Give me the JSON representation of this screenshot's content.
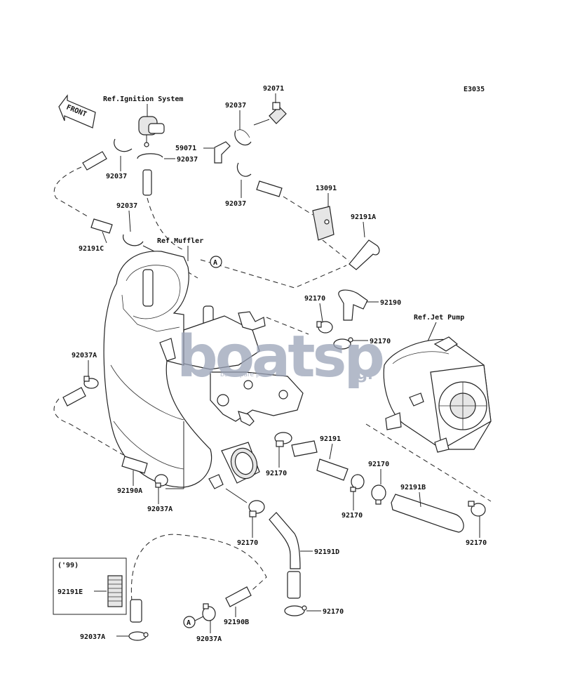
{
  "diagram": {
    "code": "E3035",
    "front_label": "FRONT",
    "year_note": "('99)",
    "callout_letter": "A"
  },
  "references": {
    "ignition": "Ref.Ignition System",
    "muffler": "Ref.Muffler",
    "jet_pump": "Ref.Jet Pump"
  },
  "part_labels": {
    "p92071": "92071",
    "p92037_top": "92037",
    "p59071": "59071",
    "p92037_mid": "92037",
    "p92037_left": "92037",
    "p92037_right": "92037",
    "p13091": "13091",
    "p92037_b": "92037",
    "p92191A": "92191A",
    "p92191C": "92191C",
    "p92170_a": "92170",
    "p92190": "92190",
    "p92170_b": "92170",
    "p92037A_a": "92037A",
    "p92191": "92191",
    "p92170_c": "92170",
    "p92170_d": "92170",
    "p92190A": "92190A",
    "p92037A_b": "92037A",
    "p92170_e": "92170",
    "p92191B": "92191B",
    "p92170_f": "92170",
    "p92170_g": "92170",
    "p92191D": "92191D",
    "p92191E": "92191E",
    "p92170_h": "92170",
    "p92037A_c": "92037A",
    "p92190B": "92190B",
    "p92037A_d": "92037A"
  },
  "watermark": {
    "brand": "boatsp",
    "suffix": ".gr",
    "tagline": "boat spare parts"
  },
  "colors": {
    "line": "#222222",
    "watermark": "#9aa3b8",
    "background": "#ffffff"
  }
}
